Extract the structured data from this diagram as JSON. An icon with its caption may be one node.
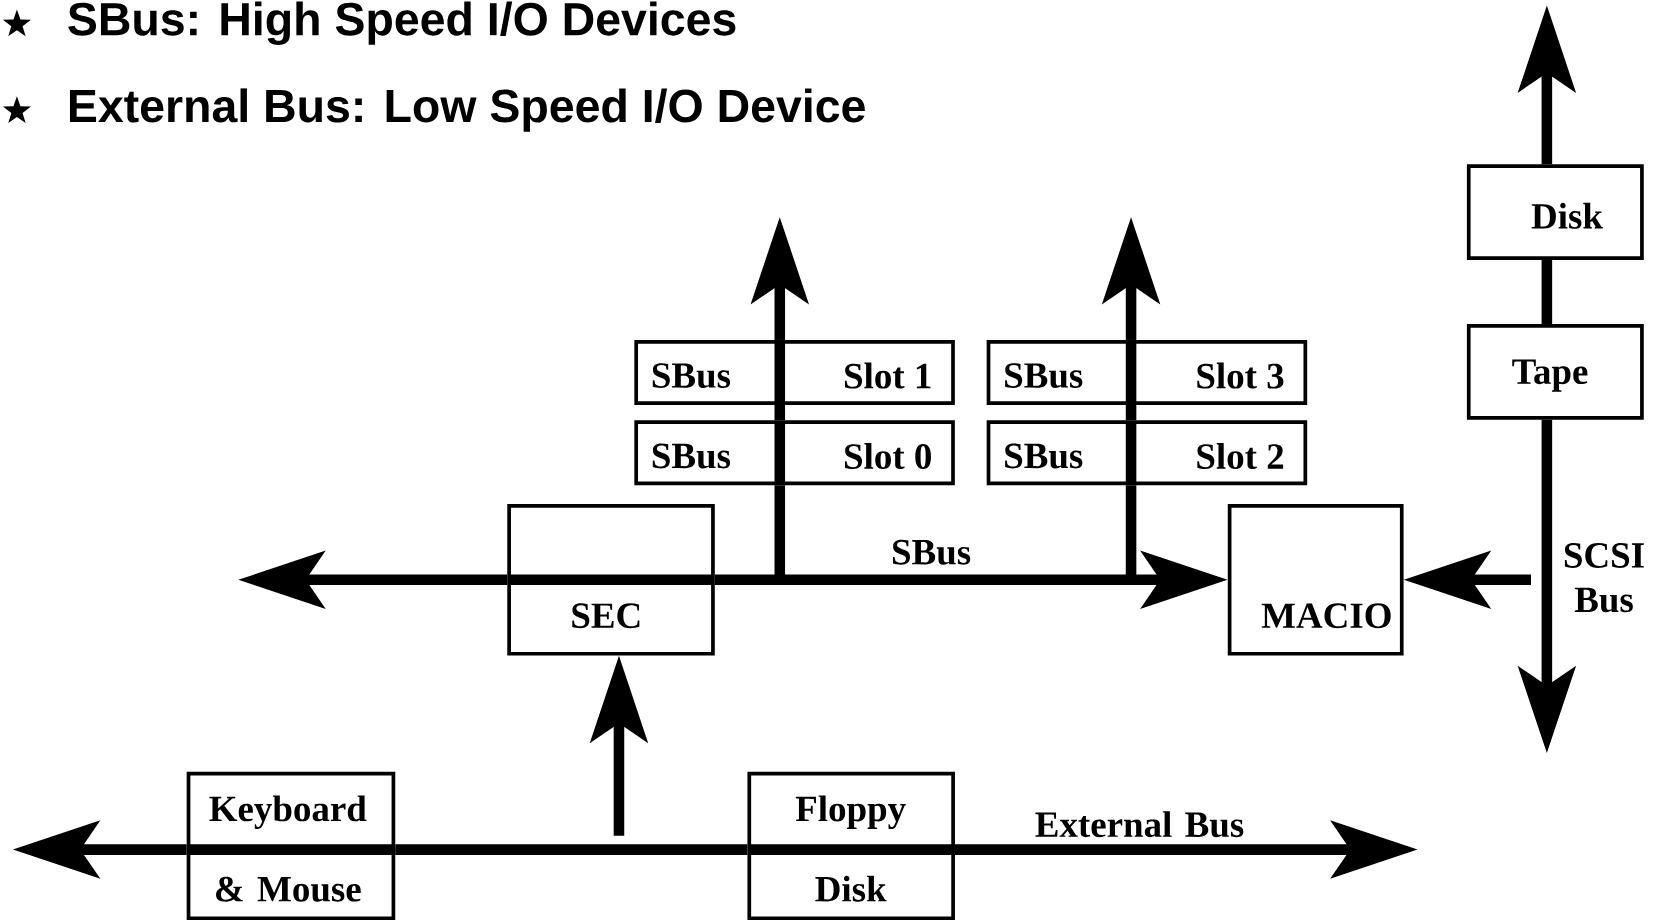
{
  "diagram": {
    "nodes": [
      {
        "text": [
          "Disk"
        ]
      },
      {
        "text": [
          "Tape"
        ]
      },
      {
        "text": [
          "SBus",
          "Slot 1"
        ]
      },
      {
        "text": [
          "SBus",
          "Slot 3"
        ]
      },
      {
        "text": [
          "SBus",
          "Slot 0"
        ]
      },
      {
        "text": [
          "SBus",
          "Slot 2"
        ]
      },
      {
        "text": [
          "SEC"
        ]
      },
      {
        "text": [
          "MACIO"
        ]
      },
      {
        "text": [
          "Keyboard & Mouse"
        ]
      },
      {
        "text": [
          "Floppy Disk"
        ]
      }
    ],
    "edges": [
      {
        "from": 6,
        "to": null,
        "arrow": "to"
      },
      {
        "from": 6,
        "to": 7,
        "arrow": "to",
        "label": "SBus"
      },
      {
        "from": null,
        "to": 4,
        "arrow": "none"
      },
      {
        "from": 4,
        "to": 2,
        "arrow": "none"
      },
      {
        "from": 2,
        "to": null,
        "arrow": "to"
      },
      {
        "from": null,
        "to": 5,
        "arrow": "none"
      },
      {
        "from": 5,
        "to": 3,
        "arrow": "none"
      },
      {
        "from": 3,
        "to": null,
        "arrow": "to"
      },
      {
        "from": 0,
        "to": null,
        "arrow": "to"
      },
      {
        "from": 1,
        "to": 0,
        "arrow": "none"
      },
      {
        "from": 1,
        "to": null,
        "arrow": "to",
        "label": "SCSI Bus"
      },
      {
        "from": null,
        "to": 7,
        "arrow": "to"
      },
      {
        "from": 8,
        "to": null,
        "arrow": "to"
      },
      {
        "from": 8,
        "to": 9,
        "arrow": "none"
      },
      {
        "from": 9,
        "to": null,
        "arrow": "to",
        "label": "External Bus"
      },
      {
        "from": null,
        "to": 6,
        "arrow": "to"
      }
    ],
    "labels": [
      "SBus: High Speed I/O Devices",
      "External Bus: Low Speed I/O Device"
    ]
  }
}
